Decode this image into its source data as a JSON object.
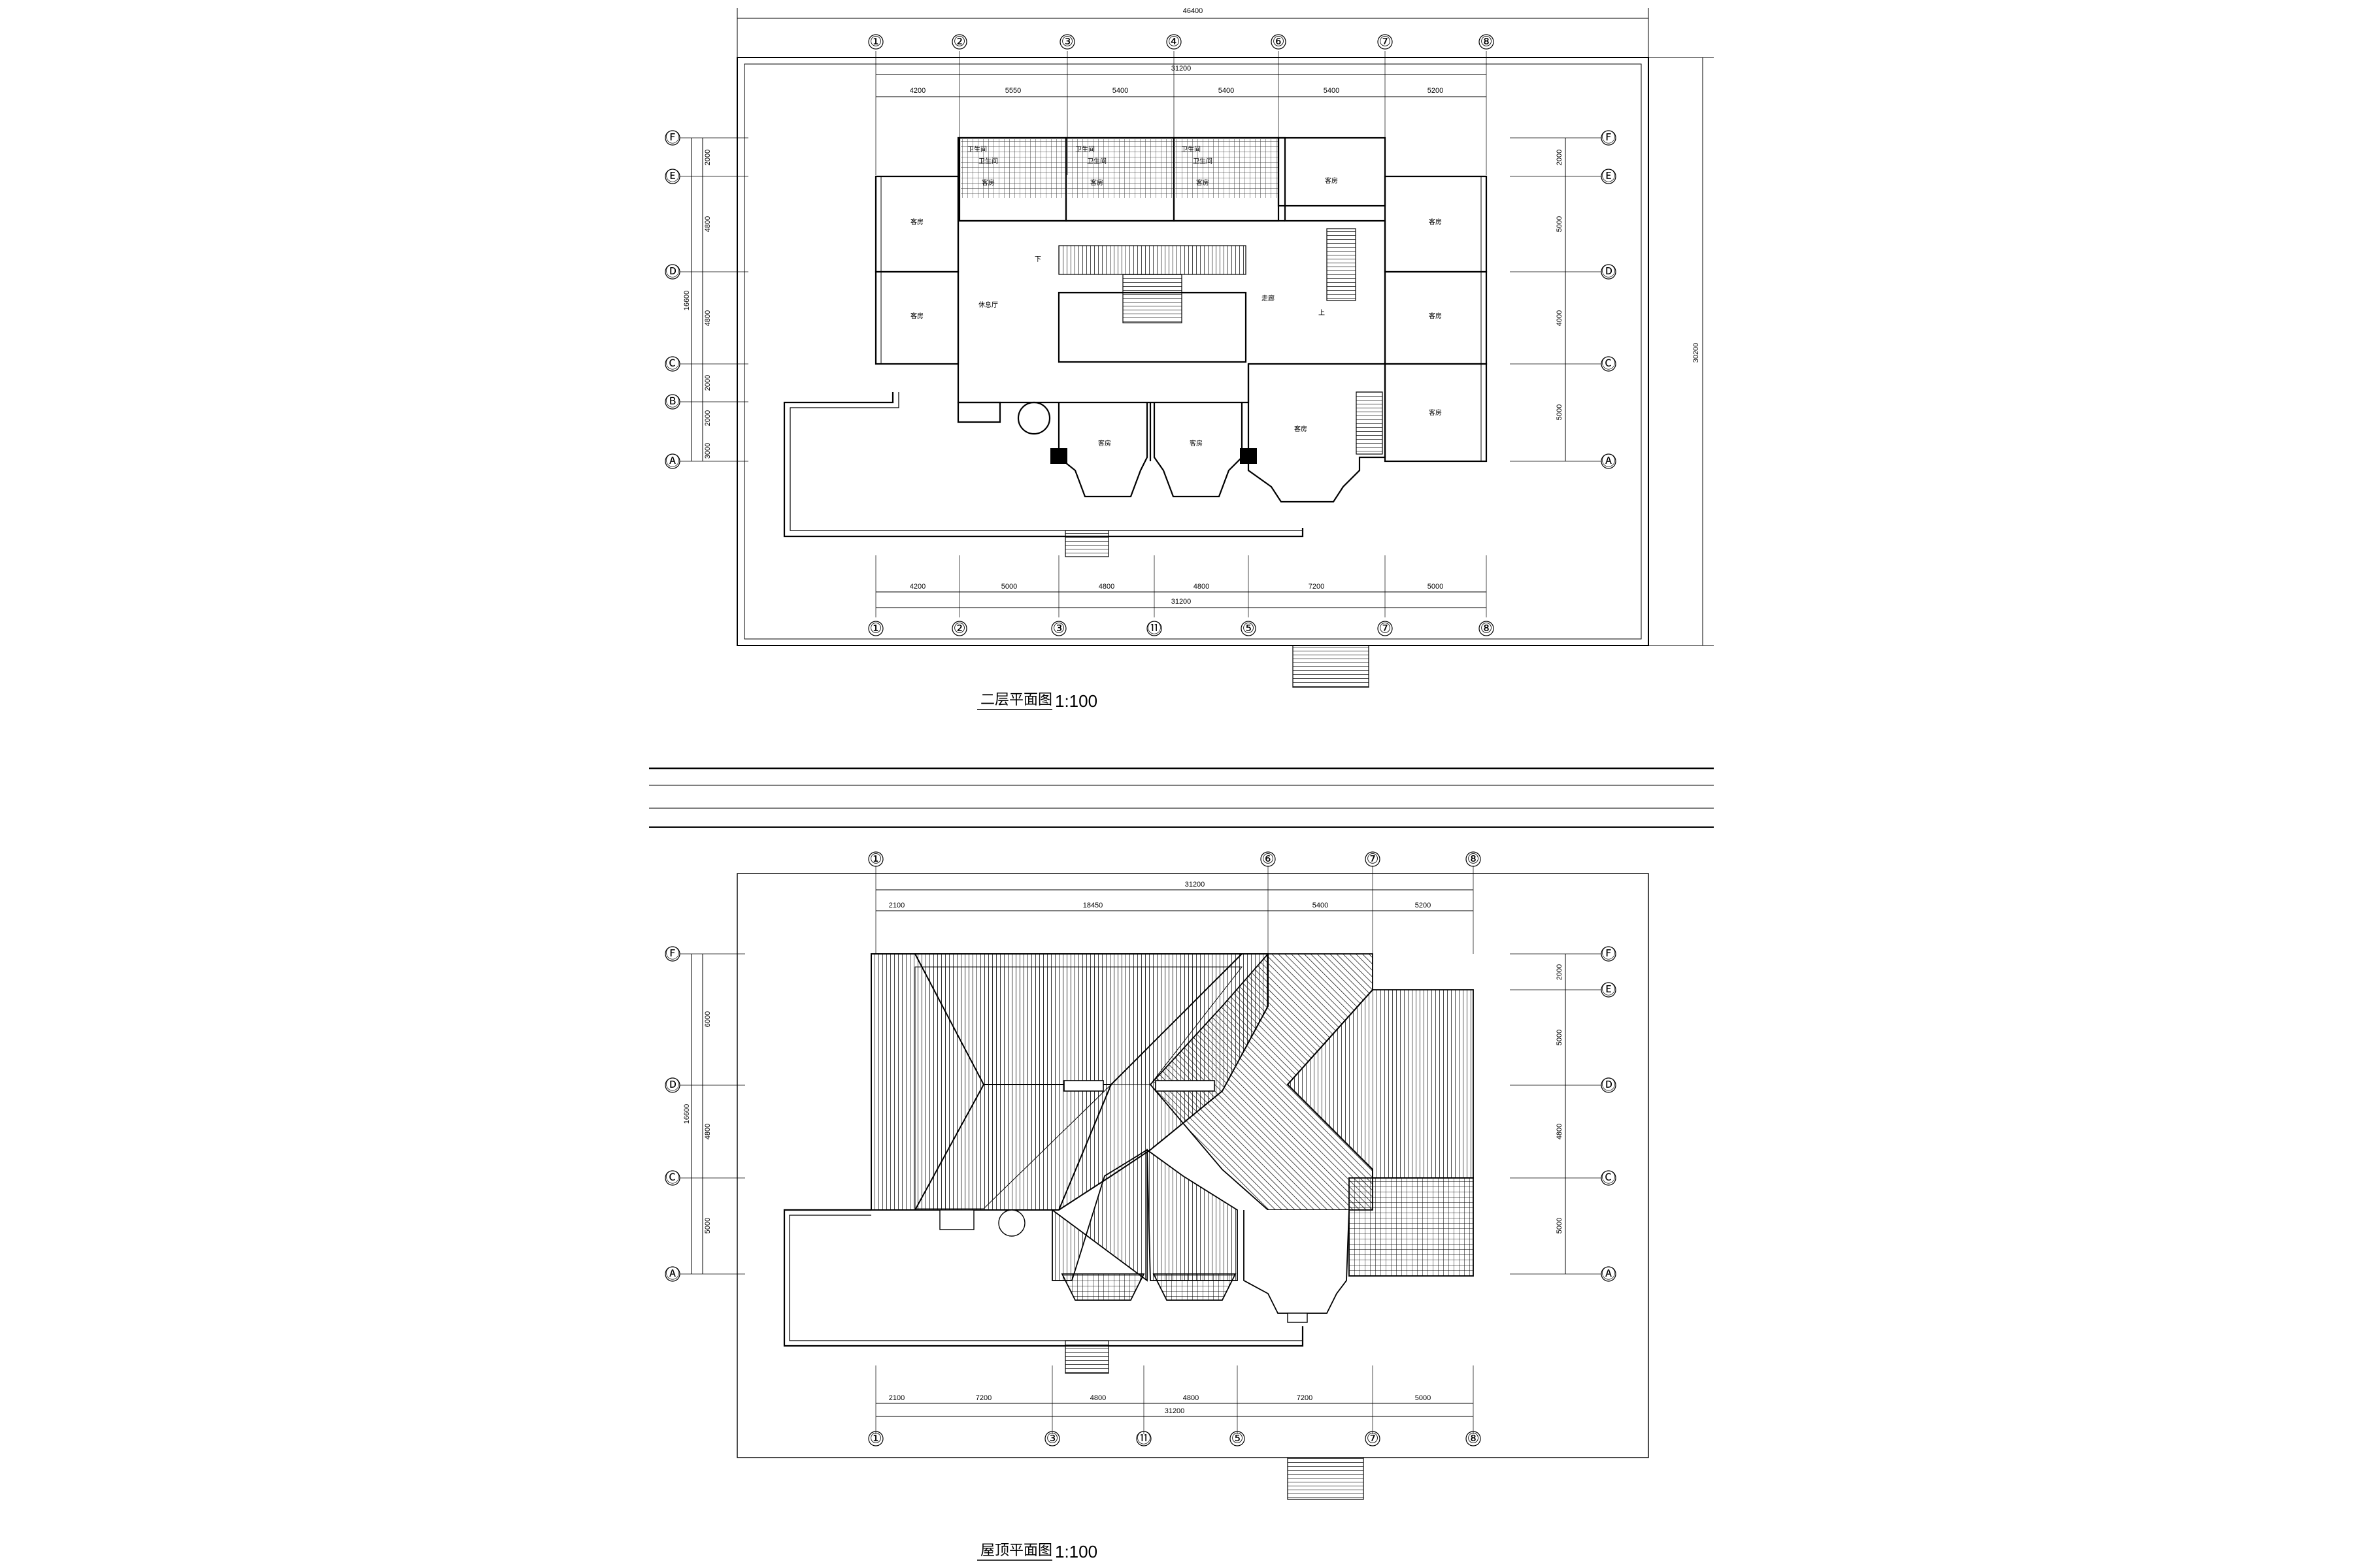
{
  "sheet": {
    "plan1": {
      "caption": "二层平面图",
      "scale": "1:100",
      "overall_width": "46400",
      "overall_height": "30200",
      "axis_total_top": "31200",
      "axis_total_bottom": "31200",
      "axes_top": [
        "①",
        "②",
        "③",
        "④",
        "⑥",
        "⑦",
        "⑧"
      ],
      "axes_bottom": [
        "①",
        "②",
        "③",
        "⑪",
        "⑤",
        "⑦",
        "⑧"
      ],
      "axes_left": [
        "Ⓕ",
        "Ⓔ",
        "Ⓓ",
        "Ⓒ",
        "Ⓑ",
        "Ⓐ"
      ],
      "axes_right": [
        "Ⓕ",
        "Ⓔ",
        "Ⓓ",
        "Ⓒ",
        "Ⓐ"
      ],
      "dims_top": [
        "4200",
        "5550",
        "5400",
        "5400",
        "5400",
        "5200"
      ],
      "dims_bottom": [
        "4200",
        "5000",
        "4800",
        "4800",
        "7200",
        "5000"
      ],
      "dims_left": [
        "2000",
        "4800",
        "4800",
        "2000",
        "2000",
        "3000"
      ],
      "dims_left_total": "16600",
      "dims_right": [
        "2000",
        "5000",
        "4000",
        "5000"
      ],
      "room_labels": [
        "客房",
        "客房",
        "客房",
        "客房",
        "客房",
        "客房",
        "客房",
        "客房",
        "客房",
        "客房",
        "客房",
        "客房",
        "卫生间",
        "卫生间",
        "卫生间",
        "卫生间",
        "卫生间",
        "卫生间",
        "休息厅",
        "走廊"
      ],
      "stair_marks": [
        "下",
        "上"
      ]
    },
    "plan2": {
      "caption": "屋顶平面图",
      "scale": "1:100",
      "axis_total_top": "31200",
      "axis_total_bottom": "31200",
      "axes_top": [
        "①",
        "⑥",
        "⑦",
        "⑧"
      ],
      "axes_bottom": [
        "①",
        "③",
        "⑪",
        "⑤",
        "⑦",
        "⑧"
      ],
      "axes_left": [
        "Ⓕ",
        "Ⓓ",
        "Ⓒ",
        "Ⓐ"
      ],
      "axes_right": [
        "Ⓕ",
        "Ⓔ",
        "Ⓓ",
        "Ⓒ",
        "Ⓐ"
      ],
      "dims_top": [
        "2100",
        "18450",
        "5400",
        "5200"
      ],
      "dims_bottom": [
        "2100",
        "7200",
        "4800",
        "4800",
        "7200",
        "5000"
      ],
      "dims_left": [
        "6000",
        "4800",
        "5000"
      ],
      "dims_left_total": "16600",
      "dims_right": [
        "2000",
        "5000",
        "4800",
        "5000"
      ]
    }
  }
}
